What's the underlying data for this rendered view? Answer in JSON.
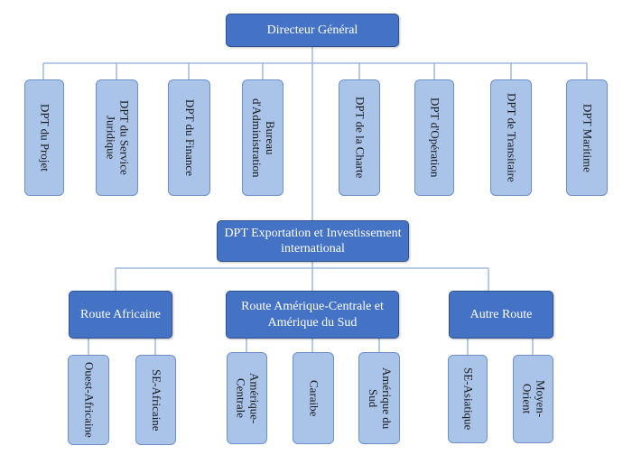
{
  "diagram": {
    "root": {
      "label": "Directeur Général"
    },
    "departments": [
      {
        "label": "DPT du Projet"
      },
      {
        "label": "DPT du Service Juridique"
      },
      {
        "label": "DPT du Finance"
      },
      {
        "label": "Bureau d'Administration"
      },
      {
        "label": "DPT de la Charte"
      },
      {
        "label": "DPT d'Opération"
      },
      {
        "label": "DPT de Transitaire"
      },
      {
        "label": "DPT Maritime"
      }
    ],
    "export": {
      "label": "DPT Exportation et Investissement international"
    },
    "routes": [
      {
        "label": "Route Africaine",
        "children": [
          {
            "label": "Ouest-Africaine"
          },
          {
            "label": "SE-Africaine"
          }
        ]
      },
      {
        "label": "Route Amérique-Centrale et Amérique du Sud",
        "children": [
          {
            "label": "Amérique-Centrale"
          },
          {
            "label": "Caraibe"
          },
          {
            "label": "Amérique du Sud"
          }
        ]
      },
      {
        "label": "Autre Route",
        "children": [
          {
            "label": "SE-Asiatique"
          },
          {
            "label": "Moyen-Orient"
          }
        ]
      }
    ],
    "colors": {
      "dark_box": "#4472c4",
      "light_box": "#a9c3e9",
      "connector": "#8eaedb"
    }
  }
}
